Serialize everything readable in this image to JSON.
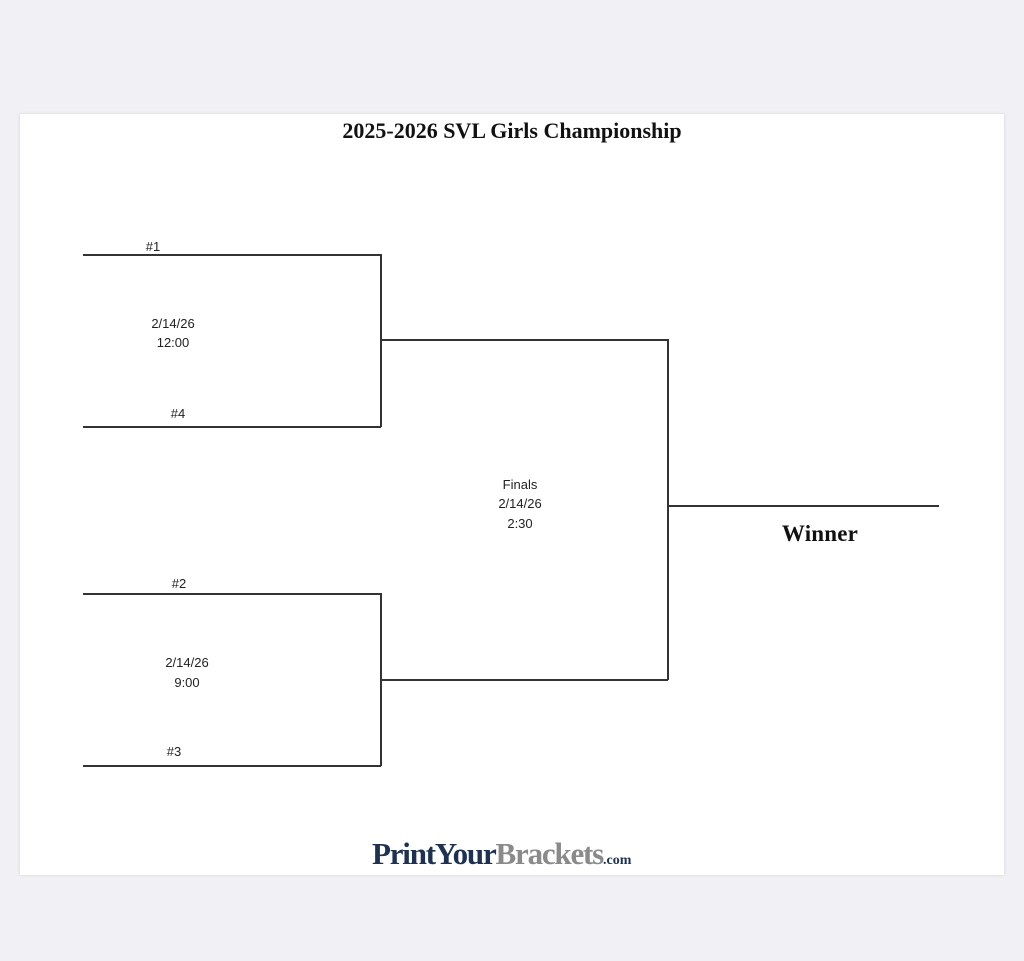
{
  "document": {
    "title": "2025-2026 SVL Girls Championship"
  },
  "bracket": {
    "round1": [
      {
        "top_seed": "#1",
        "bottom_seed": "#4",
        "date": "2/14/26",
        "time": "12:00"
      },
      {
        "top_seed": "#2",
        "bottom_seed": "#3",
        "date": "2/14/26",
        "time": "9:00"
      }
    ],
    "finals": {
      "label": "Finals",
      "date": "2/14/26",
      "time": "2:30"
    },
    "winner_label": "Winner"
  },
  "footer": {
    "logo_part1": "PrintYour",
    "logo_part2": "Brackets",
    "logo_part3": ".com"
  },
  "colors": {
    "page_background": "#f1f0f5",
    "sheet": "#ffffff",
    "lines": "#333333",
    "logo_dark": "#1e3150",
    "logo_gray": "#8a8a8a"
  }
}
